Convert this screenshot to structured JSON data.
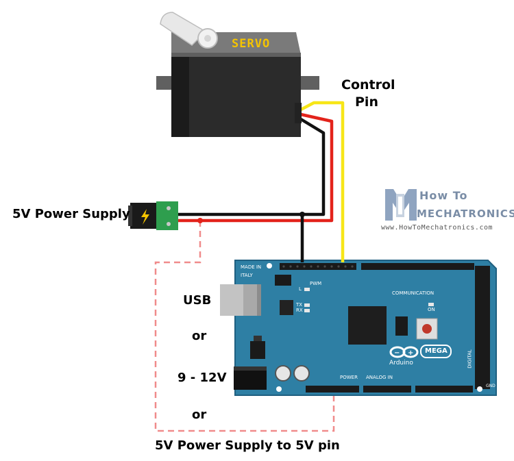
{
  "labels": {
    "control_pin_line1": "Control",
    "control_pin_line2": "Pin",
    "power_supply": "5V Power Supply",
    "usb": "USB",
    "or1": "or",
    "volt": "9 - 12V",
    "or2": "or",
    "five_v_pin": "5V Power Supply to 5V pin"
  },
  "servo": {
    "label": "SERVO"
  },
  "brand": {
    "how_to": "How To",
    "mechatronics": "MECHATRONICS",
    "url": "www.HowToMechatronics.com",
    "logo_letter": "M"
  },
  "board": {
    "made_in": "MADE IN",
    "italy": "ITALY",
    "pwm": "PWM",
    "communication": "COMMUNICATION",
    "l": "L",
    "tx": "TX",
    "rx": "RX",
    "on": "ON",
    "mega": "MEGA",
    "arduino": "Arduino",
    "power": "POWER",
    "analog_in": "ANALOG IN",
    "digital": "DIGITAL",
    "gnd": "GND"
  },
  "colors": {
    "board": "#2e7fa4",
    "board_dark": "#1f5f80",
    "wire_red": "#e3231b",
    "wire_black": "#111111",
    "wire_yellow": "#f7e617",
    "dashed": "#f08b8b",
    "servo_body": "#2b2b2b",
    "servo_top": "#777777",
    "servo_label": "#f5c400"
  }
}
